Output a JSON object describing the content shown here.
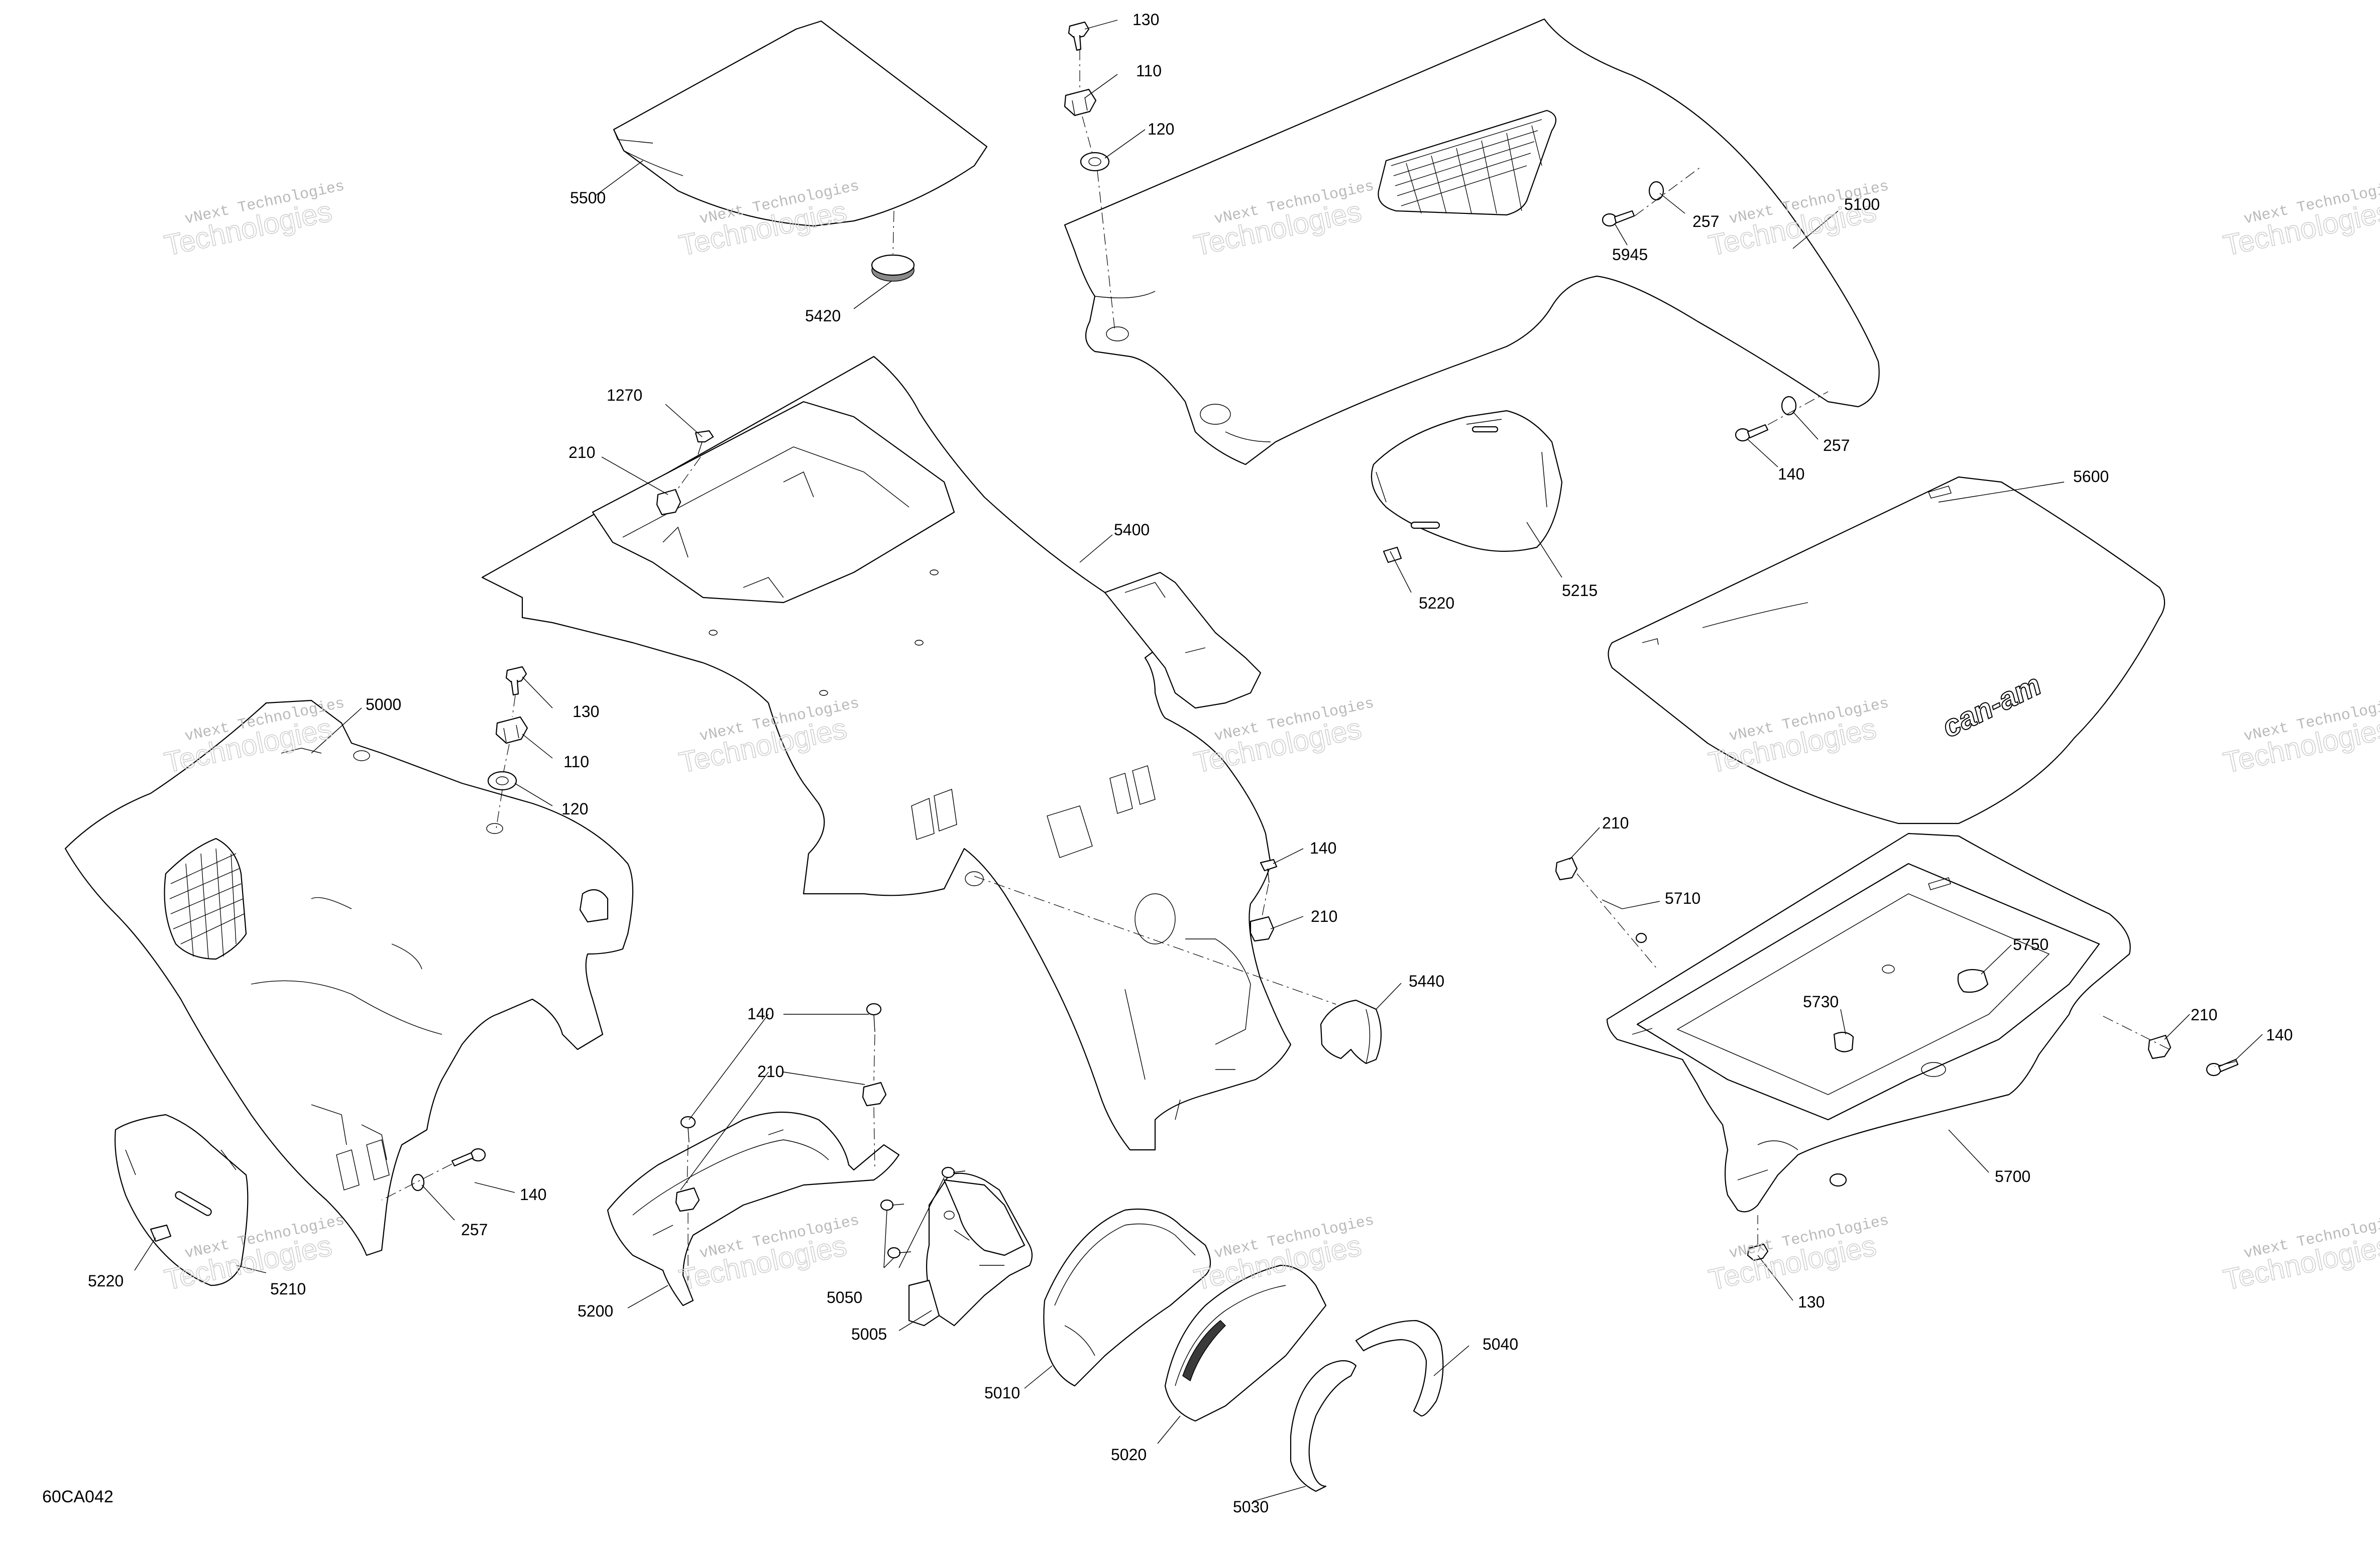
{
  "diagram_id": "60CA042",
  "watermark": {
    "line1": "vNext Technologies",
    "line2": "Technologies"
  },
  "parts": [
    {
      "id": "p5500",
      "label": "5500"
    },
    {
      "id": "p5420",
      "label": "5420"
    },
    {
      "id": "p130a",
      "label": "130"
    },
    {
      "id": "p110a",
      "label": "110"
    },
    {
      "id": "p120a",
      "label": "120"
    },
    {
      "id": "p257a",
      "label": "257"
    },
    {
      "id": "p5945",
      "label": "5945"
    },
    {
      "id": "p5100",
      "label": "5100"
    },
    {
      "id": "p257b",
      "label": "257"
    },
    {
      "id": "p140a",
      "label": "140"
    },
    {
      "id": "p1270",
      "label": "1270"
    },
    {
      "id": "p210a",
      "label": "210"
    },
    {
      "id": "p5400",
      "label": "5400"
    },
    {
      "id": "p5220a",
      "label": "5220"
    },
    {
      "id": "p5215",
      "label": "5215"
    },
    {
      "id": "p5600",
      "label": "5600"
    },
    {
      "id": "p5000",
      "label": "5000"
    },
    {
      "id": "p130b",
      "label": "130"
    },
    {
      "id": "p110b",
      "label": "110"
    },
    {
      "id": "p120b",
      "label": "120"
    },
    {
      "id": "p140b",
      "label": "140"
    },
    {
      "id": "p210b",
      "label": "210"
    },
    {
      "id": "p5440",
      "label": "5440"
    },
    {
      "id": "p210c",
      "label": "210"
    },
    {
      "id": "p5710",
      "label": "5710"
    },
    {
      "id": "p5750",
      "label": "5750"
    },
    {
      "id": "p5730",
      "label": "5730"
    },
    {
      "id": "p210d",
      "label": "210"
    },
    {
      "id": "p140c",
      "label": "140"
    },
    {
      "id": "p5700",
      "label": "5700"
    },
    {
      "id": "p130c",
      "label": "130"
    },
    {
      "id": "p140d",
      "label": "140"
    },
    {
      "id": "p210e",
      "label": "210"
    },
    {
      "id": "p140e",
      "label": "140"
    },
    {
      "id": "p257c",
      "label": "257"
    },
    {
      "id": "p5220b",
      "label": "5220"
    },
    {
      "id": "p5210",
      "label": "5210"
    },
    {
      "id": "p5200",
      "label": "5200"
    },
    {
      "id": "p5050",
      "label": "5050"
    },
    {
      "id": "p5005",
      "label": "5005"
    },
    {
      "id": "p5010",
      "label": "5010"
    },
    {
      "id": "p5020",
      "label": "5020"
    },
    {
      "id": "p5030",
      "label": "5030"
    },
    {
      "id": "p5040",
      "label": "5040"
    }
  ],
  "brand_mark": "can-am"
}
